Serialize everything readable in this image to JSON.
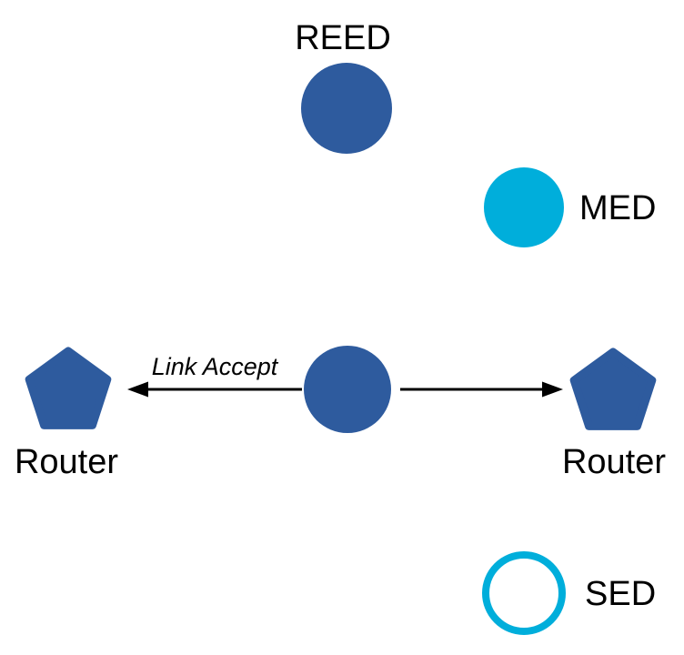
{
  "diagram": {
    "colors": {
      "node_blue": "#2E5B9E",
      "device_cyan": "#00AEDB",
      "arrow_black": "#000000"
    },
    "nodes": {
      "reed": {
        "label": "REED",
        "shape": "filled-circle"
      },
      "med": {
        "label": "MED",
        "shape": "filled-circle"
      },
      "center": {
        "shape": "filled-circle"
      },
      "router_left": {
        "label": "Router",
        "shape": "pentagon"
      },
      "router_right": {
        "label": "Router",
        "shape": "pentagon"
      },
      "sed": {
        "label": "SED",
        "shape": "outline-circle"
      }
    },
    "edges": {
      "link_accept": {
        "label": "Link Accept",
        "direction": "left"
      },
      "right_arrow": {
        "direction": "right"
      }
    }
  }
}
